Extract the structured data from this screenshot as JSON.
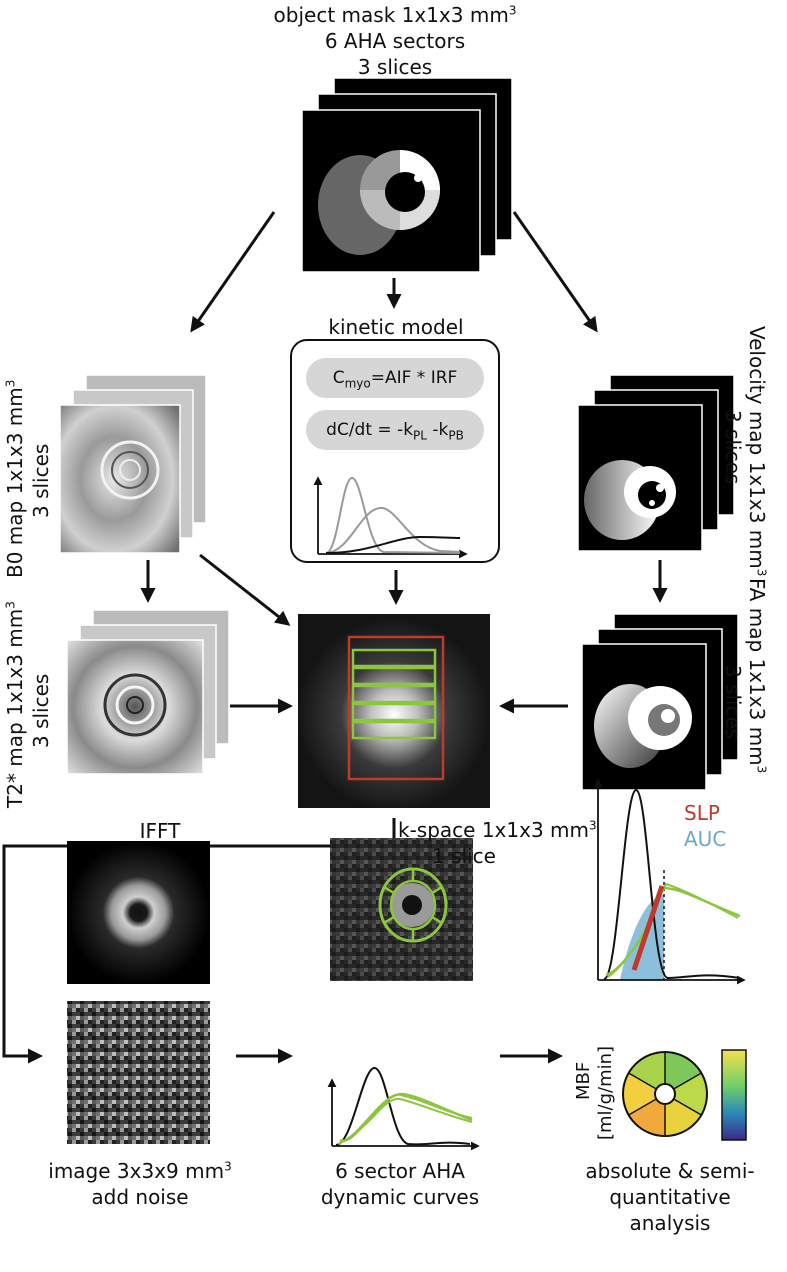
{
  "top": {
    "mask_line1": "object mask 1x1x3 mm",
    "mask_sup": "3",
    "mask_line2": "6 AHA sectors",
    "mask_line3": "3 slices"
  },
  "kinetic": {
    "title": "kinetic model",
    "eq1_c": "C",
    "eq1_sub": "myo",
    "eq1_rest": "=AIF * IRF",
    "eq2_a": "dC/dt = -k",
    "eq2_sub1": "PL",
    "eq2_b": " -k",
    "eq2_sub2": "PB"
  },
  "left": {
    "b0_label": "B0 map 1x1x3 mm",
    "b0_sup": "3",
    "b0_slices": "3 slices",
    "t2_label": "T2* map 1x1x3 mm",
    "t2_sup": "3",
    "t2_slices": "3 slices"
  },
  "right": {
    "vel_label": "Velocity map 1x1x3 mm",
    "vel_sup": "3",
    "vel_slices": "3 slices",
    "fa_label": "FA map 1x1x3 mm",
    "fa_sup": "3",
    "fa_slices": "3 slices"
  },
  "kspace": {
    "label": "k-space 1x1x3 mm",
    "sup": "3",
    "slices": "1 slice",
    "ifft": "IFFT"
  },
  "bottom": {
    "image_line1": "image 3x3x9 mm",
    "image_sup": "3",
    "image_line2": "add noise",
    "curves_line1": "6 sector AHA",
    "curves_line2": "dynamic curves",
    "analysis_line1": "absolute & semi-",
    "analysis_line2": "quantitative",
    "analysis_line3": "analysis",
    "slp": "SLP",
    "auc": "AUC",
    "mbf": "MBF",
    "mbf_unit": "[ml/g/min]"
  },
  "colors": {
    "green": "#8cc63f",
    "red": "#c0392b",
    "blue": "#7fb8d8",
    "slp_text": "#c0392b",
    "auc_text": "#6fa8c8"
  }
}
